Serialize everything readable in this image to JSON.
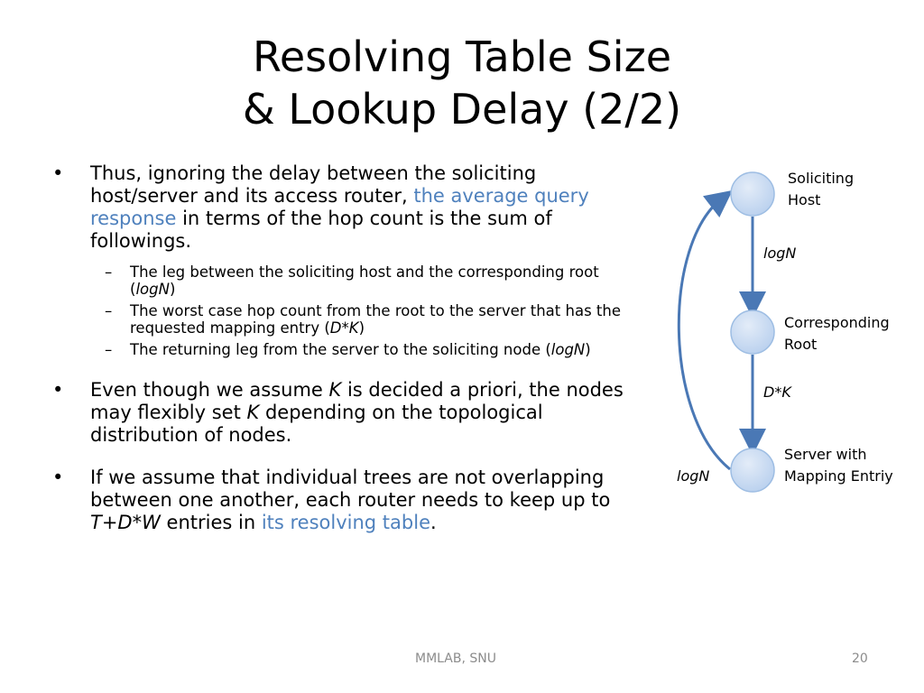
{
  "title": {
    "line1": "Resolving Table Size",
    "line2": "& Lookup Delay (2/2)"
  },
  "bullet1": {
    "marker": "•",
    "pre": "Thus, ignoring the delay between the soliciting host/server and its access router, ",
    "highlight": "the average query response",
    "post": " in terms of the hop count is the sum of followings."
  },
  "sub_items": [
    {
      "marker": "–",
      "text": "The leg between the soliciting host and the corresponding root (",
      "em": "logN",
      "close": ")"
    },
    {
      "marker": "–",
      "text": "The worst case hop count from the root to the server that has the requested mapping entry (",
      "em": "D*K",
      "close": ")"
    },
    {
      "marker": "–",
      "text": "The returning leg from the server to the soliciting node (",
      "em": "logN",
      "close": ")"
    }
  ],
  "bullet2": {
    "marker": "•",
    "a": "Even though we assume ",
    "k1": "K",
    "b": " is decided a priori, the nodes may flexibly set ",
    "k2": "K",
    "c": " depending on the topological distribution of nodes."
  },
  "bullet3": {
    "marker": "•",
    "a": "If we assume that individual trees are not overlapping between one another, each router needs to keep up to ",
    "formula": "T+D*W",
    "b": " entries in ",
    "highlight": "its resolving table",
    "c": "."
  },
  "diagram": {
    "node1_line1": "Soliciting",
    "node1_line2": "Host",
    "node2_line1": "Corresponding",
    "node2_line2": "Root",
    "node3_line1": "Server with",
    "node3_line2": "Mapping Entriy",
    "edge1_label": "logN",
    "edge2_label": "D*K",
    "return_label": "logN",
    "node_fill": "#c6d9f1",
    "node_stroke": "#7da7d9",
    "arrow_color": "#4a78b5"
  },
  "footer": {
    "center": "MMLAB, SNU",
    "page": "20"
  },
  "colors": {
    "highlight": "#4f81bd",
    "footer": "#8c8c8c"
  }
}
